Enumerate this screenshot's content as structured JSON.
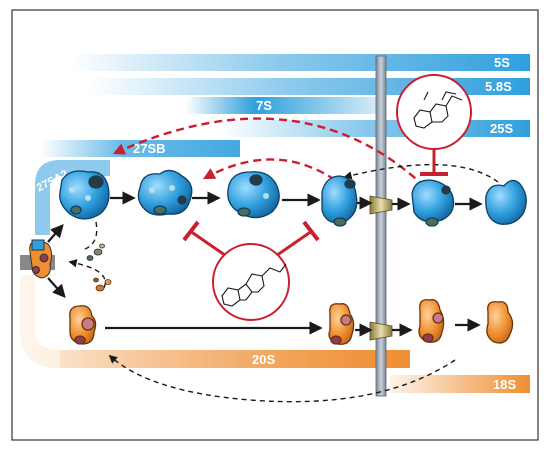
{
  "labels": {
    "rrna_5s": "5S",
    "rrna_5_8s": "5.8S",
    "rrna_25s": "25S",
    "rrna_7s": "7S",
    "rrna_27sb": "27SB",
    "rrna_27sa2": "27SA2",
    "rrna_20s": "20S",
    "rrna_18s": "18S"
  },
  "colors": {
    "blue_band": "#2f9fdd",
    "orange_band": "#ef8f33",
    "blue_particle": "#1f8fd6",
    "orange_particle": "#ef8f2f",
    "inhibitor_red": "#c8202f",
    "membrane_gray": "#9aa6b4",
    "arrow_black": "#1a1a1a"
  },
  "icons": {
    "inhibitor_top": "small-molecule-structure-icon",
    "inhibitor_center": "triazinoindole-structure-icon",
    "nuclear_pore": "pore-complex-icon"
  }
}
